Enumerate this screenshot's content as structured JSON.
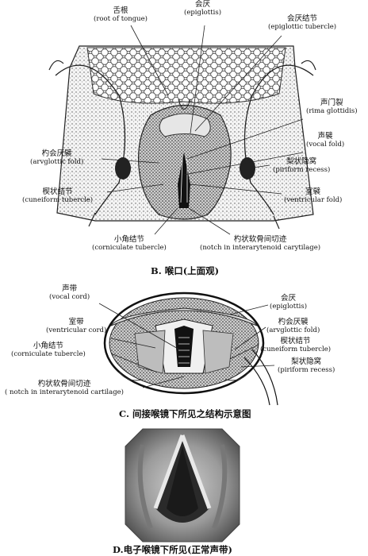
{
  "panel_b": {
    "caption": "B. 喉口(上面观)",
    "labels": {
      "root_of_tongue": {
        "zh": "舌根",
        "en": "(root of tongue)"
      },
      "epiglottis": {
        "zh": "会厌",
        "en": "(epiglottis)"
      },
      "epiglottic_tubercle": {
        "zh": "会厌结节",
        "en": "(epiglottic tubercle)"
      },
      "rima_glottidis": {
        "zh": "声门裂",
        "en": "(rima glottidis)"
      },
      "vocal_fold": {
        "zh": "声襞",
        "en": "(vocal fold)"
      },
      "aryepiglottic_fold": {
        "zh": "杓会厌襞",
        "en": "(arvglottic fold)"
      },
      "piriform_recess": {
        "zh": "梨状隐窝",
        "en": "(piriform recess)"
      },
      "cuneiform_tubercle": {
        "zh": "楔状结节",
        "en": "(cuneiform tubercle)"
      },
      "ventricular_fold": {
        "zh": "室襞",
        "en": "(ventricular fold)"
      },
      "corniculate_tubercle": {
        "zh": "小角结节",
        "en": "(corniculate tubercle)"
      },
      "interarytenoid_notch": {
        "zh": "杓状软骨间切迹",
        "en": "(notch in interarytenoid carytilage)"
      }
    }
  },
  "panel_c": {
    "caption": "C. 间接喉镜下所见之结构示意图",
    "labels": {
      "vocal_cord": {
        "zh": "声带",
        "en": "(vocal cord)"
      },
      "epiglottis": {
        "zh": "会厌",
        "en": "(epiglottis)"
      },
      "ventricular_cord": {
        "zh": "室带",
        "en": "(ventricular cord)"
      },
      "aryepiglottic_fold": {
        "zh": "杓会厌襞",
        "en": "(arvglottic fold)"
      },
      "corniculate_tubercle": {
        "zh": "小角结节",
        "en": "(corniculate tubercle)"
      },
      "cuneiform_tubercle": {
        "zh": "楔状结节",
        "en": "(cuneiform tubercle)"
      },
      "piriform_recess": {
        "zh": "梨状隐窝",
        "en": "(piriform recess)"
      },
      "interarytenoid_notch": {
        "zh": "杓状软骨间切迹",
        "en": "( notch in interarytenoid cartilage)"
      }
    }
  },
  "panel_d": {
    "caption": "D.电子喉镜下所见(正常声带)"
  }
}
